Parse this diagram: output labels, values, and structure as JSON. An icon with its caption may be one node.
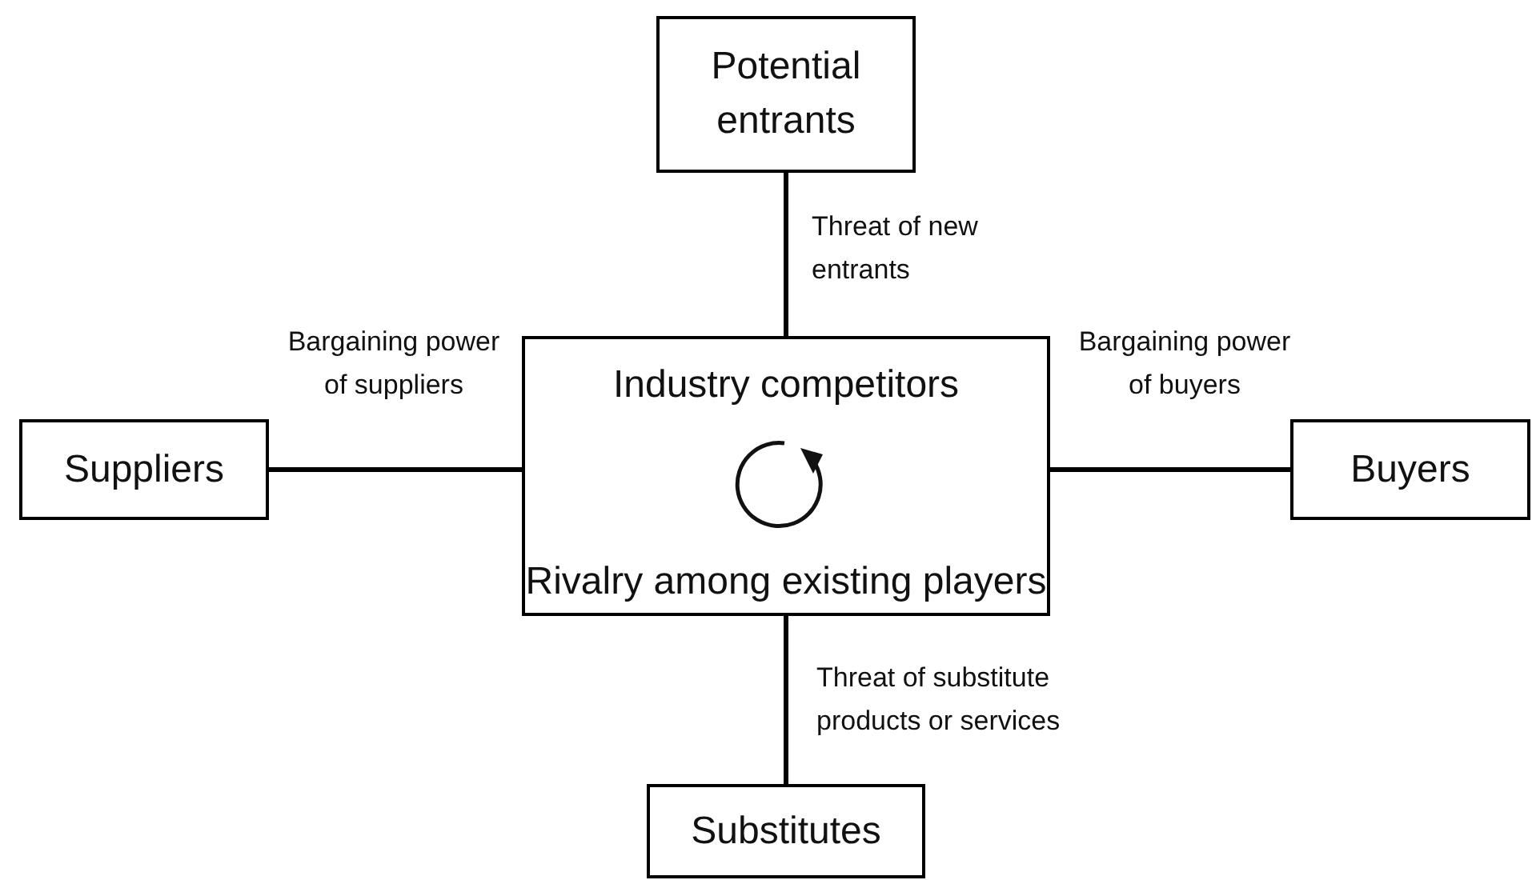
{
  "diagram": {
    "nodes": [
      {
        "text": [
          "Potential entrants"
        ]
      },
      {
        "text": [
          "Suppliers"
        ]
      },
      {
        "text": [
          "Industry competitors",
          "Rivalry among existing players"
        ]
      },
      {
        "text": [
          "Buyers"
        ]
      },
      {
        "text": [
          "Substitutes"
        ]
      }
    ],
    "edges": [
      {
        "from": 0,
        "to": 2,
        "arrow": "none",
        "label": "Threat of new entrants"
      },
      {
        "from": 1,
        "to": 2,
        "arrow": "none",
        "label": "Bargaining power of suppliers"
      },
      {
        "from": 3,
        "to": 2,
        "arrow": "none",
        "label": "Bargaining power of buyers"
      },
      {
        "from": 4,
        "to": 2,
        "arrow": "none",
        "label": "Threat of substitute products or services"
      }
    ]
  }
}
